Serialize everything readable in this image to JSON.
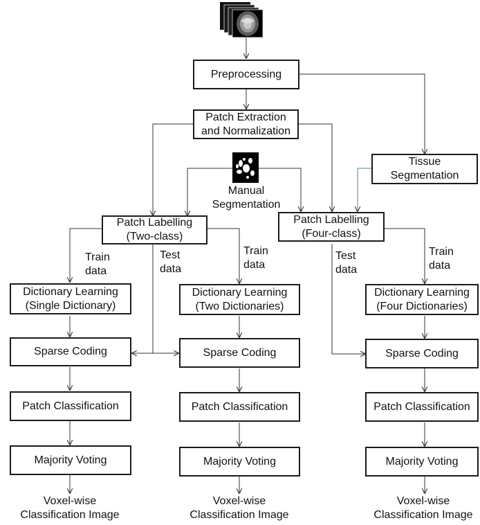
{
  "boxes": {
    "preprocessing": "Preprocessing",
    "patch_extraction": [
      "Patch Extraction",
      "and Normalization"
    ],
    "tissue_segmentation": [
      "Tissue",
      "Segmentation"
    ],
    "patch_labelling_two": [
      "Patch Labelling",
      "(Two-class)"
    ],
    "patch_labelling_four": [
      "Patch Labelling",
      "(Four-class)"
    ],
    "dict_single": [
      "Dictionary Learning",
      "(Single Dictionary)"
    ],
    "dict_two": [
      "Dictionary Learning",
      "(Two Dictionaries)"
    ],
    "dict_four": [
      "Dictionary Learning",
      "(Four Dictionaries)"
    ],
    "sparse_coding": "Sparse Coding",
    "patch_classification": "Patch Classification",
    "majority_voting": "Majority Voting"
  },
  "labels": {
    "manual_segmentation": [
      "Manual",
      "Segmentation"
    ],
    "train_data": [
      "Train",
      "data"
    ],
    "test_data": [
      "Test",
      "data"
    ],
    "output": [
      "Voxel-wise",
      "Classification Image"
    ]
  },
  "colors": {
    "line": "#333333",
    "tissue_link": "#5a7f95"
  }
}
